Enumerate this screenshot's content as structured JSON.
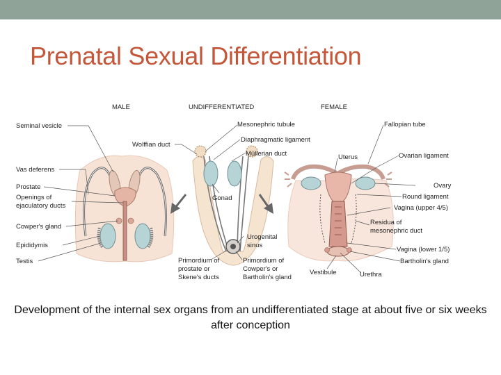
{
  "slide": {
    "title": "Prenatal Sexual Differentiation",
    "caption": "Development of the internal sex organs from an undifferentiated stage at about five or six weeks after conception",
    "colors": {
      "topbar": "#8fa398",
      "title": "#c4573a"
    }
  },
  "diagram": {
    "headers": {
      "male": "MALE",
      "undifferentiated": "UNDIFFERENTIATED",
      "female": "FEMALE"
    },
    "male_labels": {
      "seminal_vesicle": "Seminal vesicle",
      "wolffian_duct": "Wolffian duct",
      "vas_deferens": "Vas deferens",
      "prostate": "Prostate",
      "openings_1": "Openings of",
      "openings_2": "ejaculatory ducts",
      "cowpers_gland": "Cowper's gland",
      "epididymis": "Epididymis",
      "testis": "Testis"
    },
    "undiff_labels": {
      "mesonephric_tubule": "Mesonephric tubule",
      "diaphragmatic_ligament": "Diaphragmatic ligament",
      "mullerian_duct": "Müllerian duct",
      "gonad": "Gonad",
      "urogenital_1": "Urogenital",
      "urogenital_2": "sinus",
      "prim_prostate_1": "Primordium of",
      "prim_prostate_2": "prostate or",
      "prim_prostate_3": "Skene's ducts",
      "prim_cowper_1": "Primordium of",
      "prim_cowper_2": "Cowper's or",
      "prim_cowper_3": "Bartholin's gland"
    },
    "female_labels": {
      "fallopian_tube": "Fallopian tube",
      "uterus": "Uterus",
      "ovarian_ligament": "Ovarian ligament",
      "ovary": "Ovary",
      "round_ligament": "Round ligament",
      "vagina_upper": "Vagina (upper 4/5)",
      "residua_1": "Residua of",
      "residua_2": "mesonephric duct",
      "vagina_lower": "Vagina (lower 1/5)",
      "bartholins_gland": "Bartholin's gland",
      "vestibule": "Vestibule",
      "urethra": "Urethra"
    }
  }
}
